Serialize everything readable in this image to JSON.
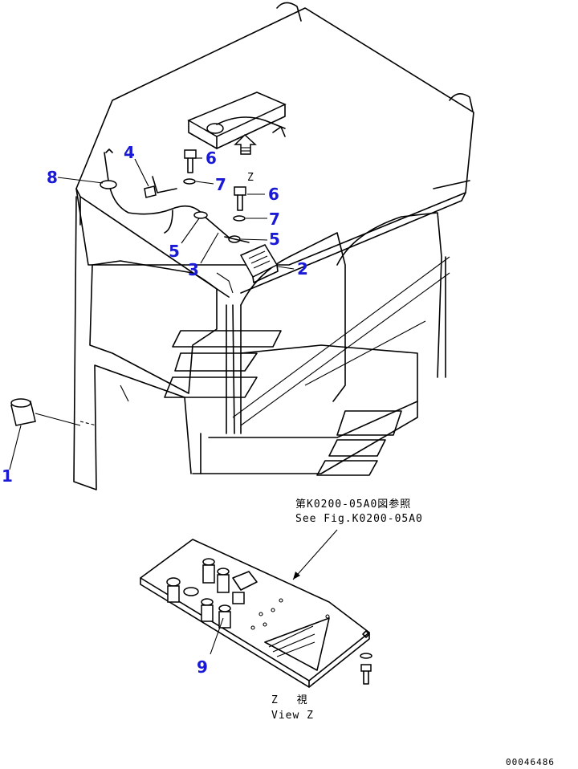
{
  "callouts": {
    "c1": "1",
    "c2": "2",
    "c3": "3",
    "c4": "4",
    "c5a": "5",
    "c5b": "5",
    "c6a": "6",
    "c6b": "6",
    "c7a": "7",
    "c7b": "7",
    "c8": "8",
    "c9": "9"
  },
  "reference": {
    "jp": "第K0200-05A0図参照",
    "en": "See Fig.K0200-05A0"
  },
  "view": {
    "jp": "Z　 視",
    "en": "View Z",
    "marker": "Z"
  },
  "drawing_number": "00046486",
  "colors": {
    "callout": "#1a1ad6",
    "line": "#000000"
  }
}
